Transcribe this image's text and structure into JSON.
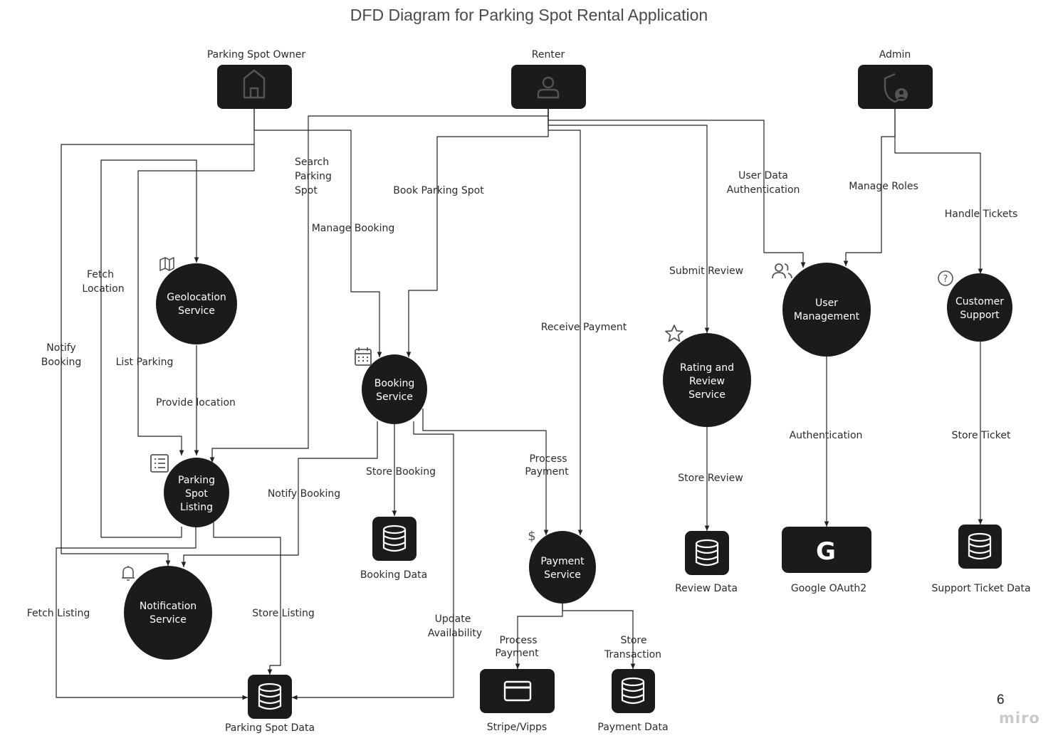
{
  "diagram": {
    "title": "DFD Diagram for Parking Spot Rental Application",
    "page_number": "6",
    "brand": "miro",
    "colors": {
      "node_fill": "#1b1b1b",
      "node_text": "#ffffff",
      "line": "#222222",
      "label": "#2b2b2b",
      "icon": "#555555"
    },
    "actors": {
      "owner": {
        "label": "Parking Spot Owner",
        "icon": "home-icon"
      },
      "renter": {
        "label": "Renter",
        "icon": "user-icon"
      },
      "admin": {
        "label": "Admin",
        "icon": "admin-shield-icon"
      }
    },
    "processes": {
      "geolocation": {
        "lines": [
          "Geolocation",
          "Service"
        ],
        "icon": "map-icon"
      },
      "listing": {
        "lines": [
          "Parking",
          "Spot",
          "Listing"
        ],
        "icon": "list-icon"
      },
      "notification": {
        "lines": [
          "Notification",
          "Service"
        ],
        "icon": "bell-icon"
      },
      "booking": {
        "lines": [
          "Booking",
          "Service"
        ],
        "icon": "calendar-icon"
      },
      "payment": {
        "lines": [
          "Payment",
          "Service"
        ],
        "icon": "dollar-icon"
      },
      "rating": {
        "lines": [
          "Rating and",
          "Review",
          "Service"
        ],
        "icon": "star-icon"
      },
      "user_mgmt": {
        "lines": [
          "User",
          "Management"
        ],
        "icon": "users-icon"
      },
      "support": {
        "lines": [
          "Customer",
          "Support"
        ],
        "icon": "help-icon"
      }
    },
    "stores": {
      "parking_data": {
        "label": "Parking Spot Data",
        "icon": "database-icon"
      },
      "booking_data": {
        "label": "Booking Data",
        "icon": "database-icon"
      },
      "stripe": {
        "label": "Stripe/Vipps",
        "icon": "credit-card-icon"
      },
      "payment_data": {
        "label": "Payment Data",
        "icon": "database-icon"
      },
      "review_data": {
        "label": "Review Data",
        "icon": "database-icon"
      },
      "oauth": {
        "label": "Google OAuth2",
        "icon": "google-icon",
        "glyph": "G"
      },
      "ticket_data": {
        "label": "Support Ticket Data",
        "icon": "database-icon"
      }
    },
    "flows": {
      "search_parking": [
        "Search",
        "Parking",
        "Spot"
      ],
      "book_parking": [
        "Book Parking Spot"
      ],
      "manage_booking": [
        "Manage Booking"
      ],
      "fetch_location": [
        "Fetch",
        "Location"
      ],
      "notify_booking_left": [
        "Notify",
        "Booking"
      ],
      "list_parking": [
        "List Parking"
      ],
      "provide_location": [
        "Provide location"
      ],
      "user_data_auth": [
        "User Data",
        "Authentication"
      ],
      "manage_roles": [
        "Manage Roles"
      ],
      "handle_tickets": [
        "Handle Tickets"
      ],
      "submit_review": [
        "Submit Review"
      ],
      "receive_payment": [
        "Receive Payment"
      ],
      "store_booking": [
        "Store Booking"
      ],
      "notify_booking_mid": [
        "Notify Booking"
      ],
      "process_payment_1": [
        "Process",
        "Payment"
      ],
      "process_payment_2": [
        "Process",
        "Payment"
      ],
      "store_transaction": [
        "Store",
        "Transaction"
      ],
      "update_availability": [
        "Update",
        "Availability"
      ],
      "store_listing": [
        "Store Listing"
      ],
      "fetch_listing": [
        "Fetch Listing"
      ],
      "store_review": [
        "Store Review"
      ],
      "authentication": [
        "Authentication"
      ],
      "store_ticket": [
        "Store Ticket"
      ]
    }
  }
}
